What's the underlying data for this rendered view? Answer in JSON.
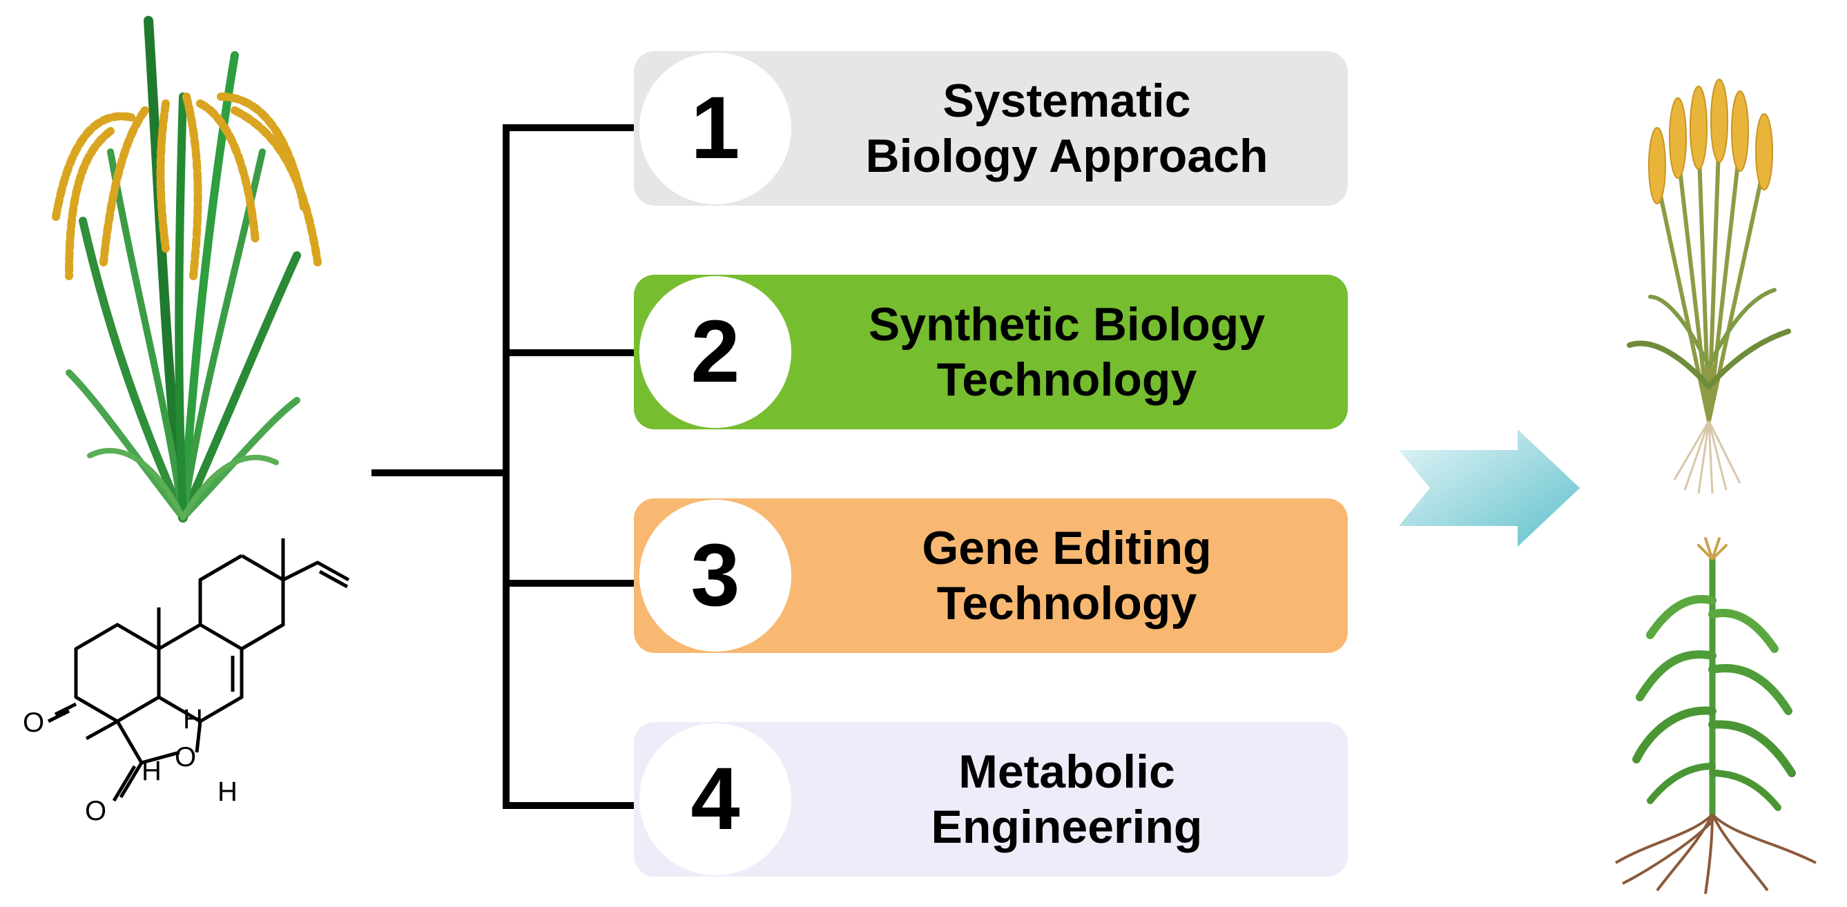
{
  "colors": {
    "box1": "#e6e6e6",
    "box2": "#76bd2f",
    "box3": "#f8b872",
    "box4": "#efecf9",
    "arrow_light": "#dff3f6",
    "arrow_dark": "#6cc5cf"
  },
  "methods": [
    {
      "number": "1",
      "line1": "Systematic",
      "line2": "Biology Approach"
    },
    {
      "number": "2",
      "line1": "Synthetic Biology",
      "line2": "Technology"
    },
    {
      "number": "3",
      "line1": "Gene Editing",
      "line2": "Technology"
    },
    {
      "number": "4",
      "line1": "Metabolic",
      "line2": "Engineering"
    }
  ],
  "molecule_atoms": {
    "o_ketone": "O",
    "o_lactone_carbonyl": "O",
    "o_ring": "O",
    "h1": "H",
    "h2": "H",
    "h3": "H"
  },
  "icons": [
    "rice-plant-icon",
    "molecule-structure-icon",
    "right-arrow-icon",
    "wheat-plant-icon",
    "corn-plant-icon"
  ]
}
